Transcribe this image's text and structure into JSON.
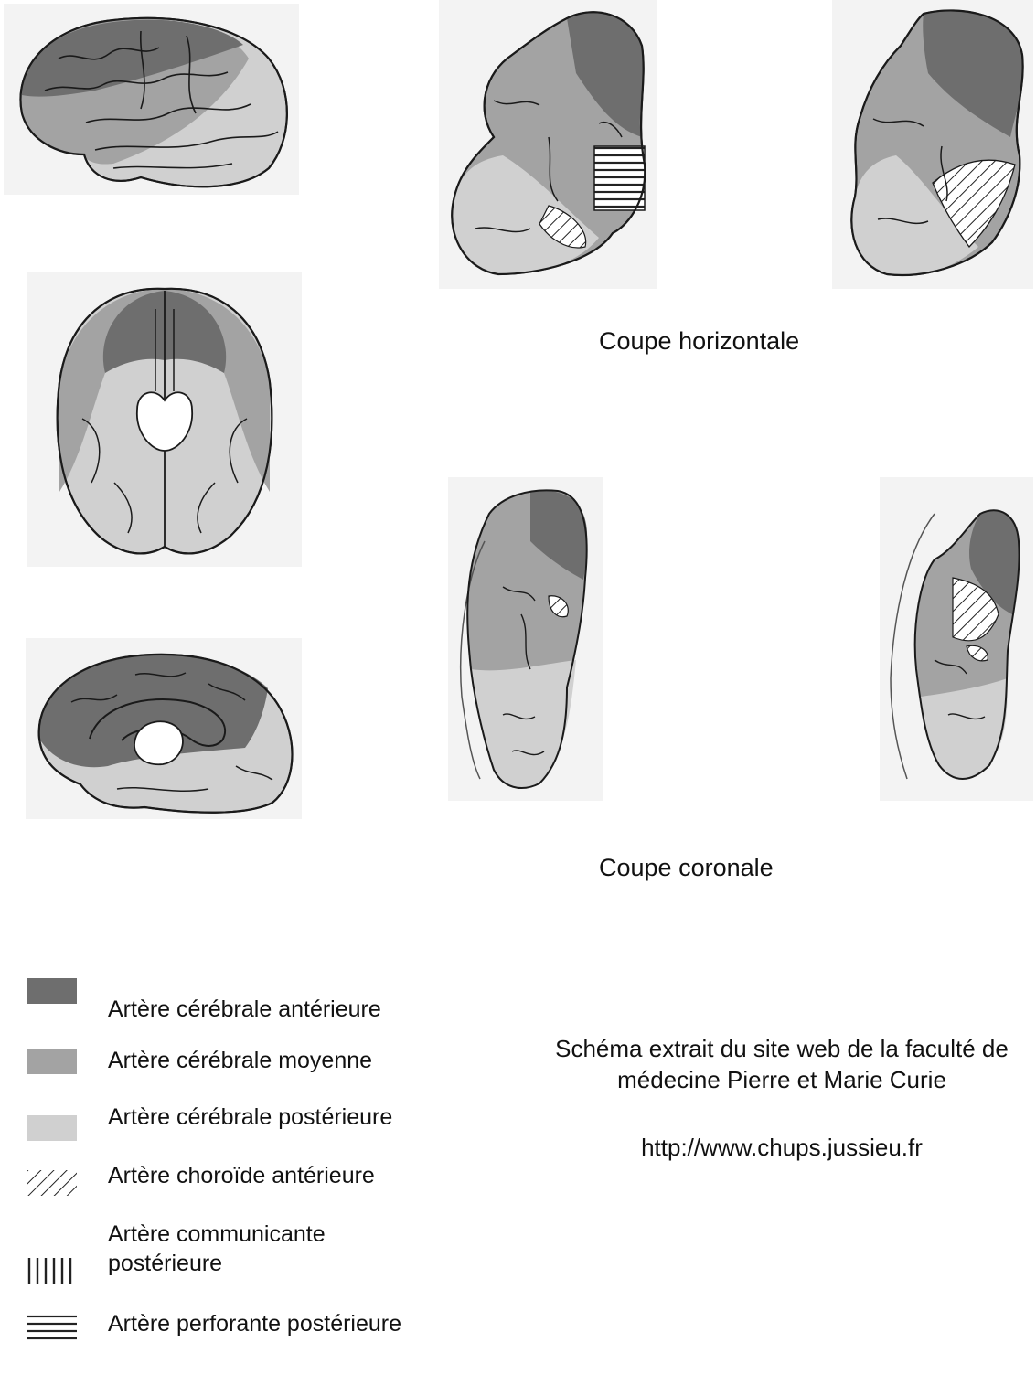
{
  "colors": {
    "anterior": "#6e6e6e",
    "middle": "#a3a3a3",
    "posterior": "#d0d0d0",
    "panel_bg": "#f3f3f3",
    "outline": "#1a1a1a"
  },
  "captions": {
    "horizontal": "Coupe horizontale",
    "coronal": "Coupe coronale"
  },
  "legend": [
    {
      "pattern": "solid-dark",
      "label": "Artère cérébrale antérieure"
    },
    {
      "pattern": "solid-mid",
      "label": "Artère cérébrale moyenne"
    },
    {
      "pattern": "solid-light",
      "label": "Artère cérébrale postérieure"
    },
    {
      "pattern": "diagonal-hatch",
      "label": "Artère choroïde antérieure"
    },
    {
      "pattern": "vertical-hatch",
      "label": "Artère communicante postérieure"
    },
    {
      "pattern": "horizontal-hatch",
      "label": "Artère perforante postérieure"
    }
  ],
  "credit": {
    "text": "Schéma extrait du site web de la faculté de médecine Pierre et Marie Curie",
    "url": "http://www.chups.jussieu.fr"
  }
}
